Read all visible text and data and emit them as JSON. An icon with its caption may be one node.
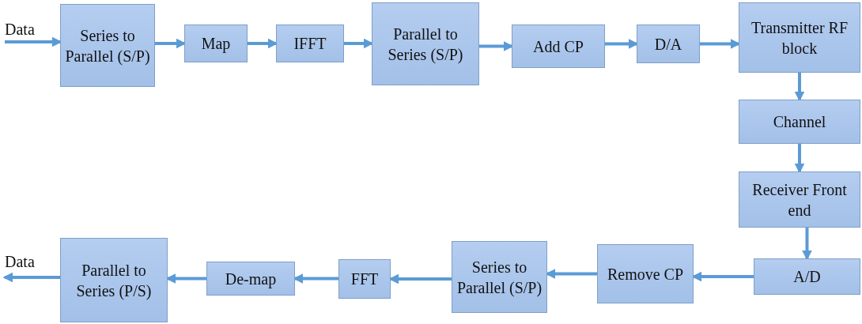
{
  "diagram": {
    "nodes": [
      {
        "text": [
          "Data"
        ]
      },
      {
        "text": [
          "Series to Parallel (S/P)"
        ]
      },
      {
        "text": [
          "Map"
        ]
      },
      {
        "text": [
          "IFFT"
        ]
      },
      {
        "text": [
          "Parallel to Series (S/P)"
        ]
      },
      {
        "text": [
          "Add CP"
        ]
      },
      {
        "text": [
          "D/A"
        ]
      },
      {
        "text": [
          "Transmitter RF block"
        ]
      },
      {
        "text": [
          "Channel"
        ]
      },
      {
        "text": [
          "Receiver Front end"
        ]
      },
      {
        "text": [
          "A/D"
        ]
      },
      {
        "text": [
          "Remove CP"
        ]
      },
      {
        "text": [
          "Series to Parallel (S/P)"
        ]
      },
      {
        "text": [
          "FFT"
        ]
      },
      {
        "text": [
          "De-map"
        ]
      },
      {
        "text": [
          "Parallel to Series (P/S)"
        ]
      },
      {
        "text": [
          "Data"
        ]
      }
    ],
    "edges": [
      {
        "from": 0,
        "to": 1,
        "arrow": "to"
      },
      {
        "from": 1,
        "to": 2,
        "arrow": "to"
      },
      {
        "from": 2,
        "to": 3,
        "arrow": "to"
      },
      {
        "from": 3,
        "to": 4,
        "arrow": "to"
      },
      {
        "from": 4,
        "to": 5,
        "arrow": "to"
      },
      {
        "from": 5,
        "to": 6,
        "arrow": "to"
      },
      {
        "from": 6,
        "to": 7,
        "arrow": "to"
      },
      {
        "from": 7,
        "to": 8,
        "arrow": "to"
      },
      {
        "from": 8,
        "to": 9,
        "arrow": "to"
      },
      {
        "from": 9,
        "to": 10,
        "arrow": "to"
      },
      {
        "from": 10,
        "to": 11,
        "arrow": "to"
      },
      {
        "from": 11,
        "to": 12,
        "arrow": "to"
      },
      {
        "from": 12,
        "to": 13,
        "arrow": "to"
      },
      {
        "from": 13,
        "to": 14,
        "arrow": "to"
      },
      {
        "from": 14,
        "to": 15,
        "arrow": "to"
      },
      {
        "from": 15,
        "to": 16,
        "arrow": "to"
      }
    ]
  }
}
